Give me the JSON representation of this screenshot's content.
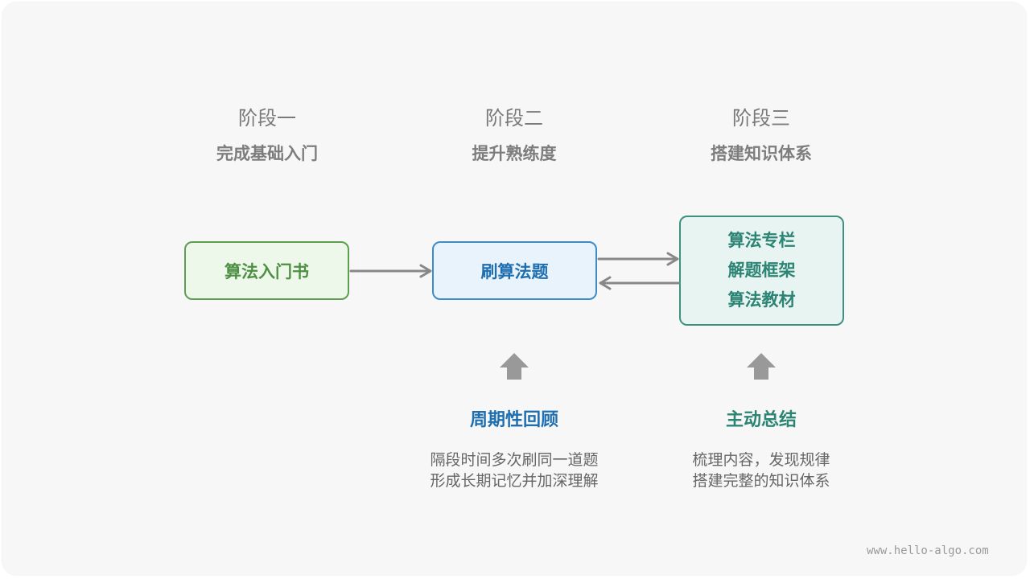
{
  "stages": [
    {
      "title": "阶段一",
      "goal": "完成基础入门"
    },
    {
      "title": "阶段二",
      "goal": "提升熟练度"
    },
    {
      "title": "阶段三",
      "goal": "搭建知识体系"
    }
  ],
  "boxes": {
    "intro_book": "算法入门书",
    "practice": "刷算法题",
    "resources": [
      "算法专栏",
      "解题框架",
      "算法教材"
    ]
  },
  "methods": [
    {
      "title": "周期性回顾",
      "lines": [
        "隔段时间多次刷同一道题",
        "形成长期记忆并加深理解"
      ]
    },
    {
      "title": "主动总结",
      "lines": [
        "梳理内容，发现规律",
        "搭建完整的知识体系"
      ]
    }
  ],
  "watermark": "www.hello-algo.com",
  "colors": {
    "green": "#5d9e50",
    "blue": "#3d8cc7",
    "teal": "#3e9180",
    "arrow": "#888888",
    "method_blue": "#1f6fb0",
    "method_teal": "#2c8474"
  }
}
